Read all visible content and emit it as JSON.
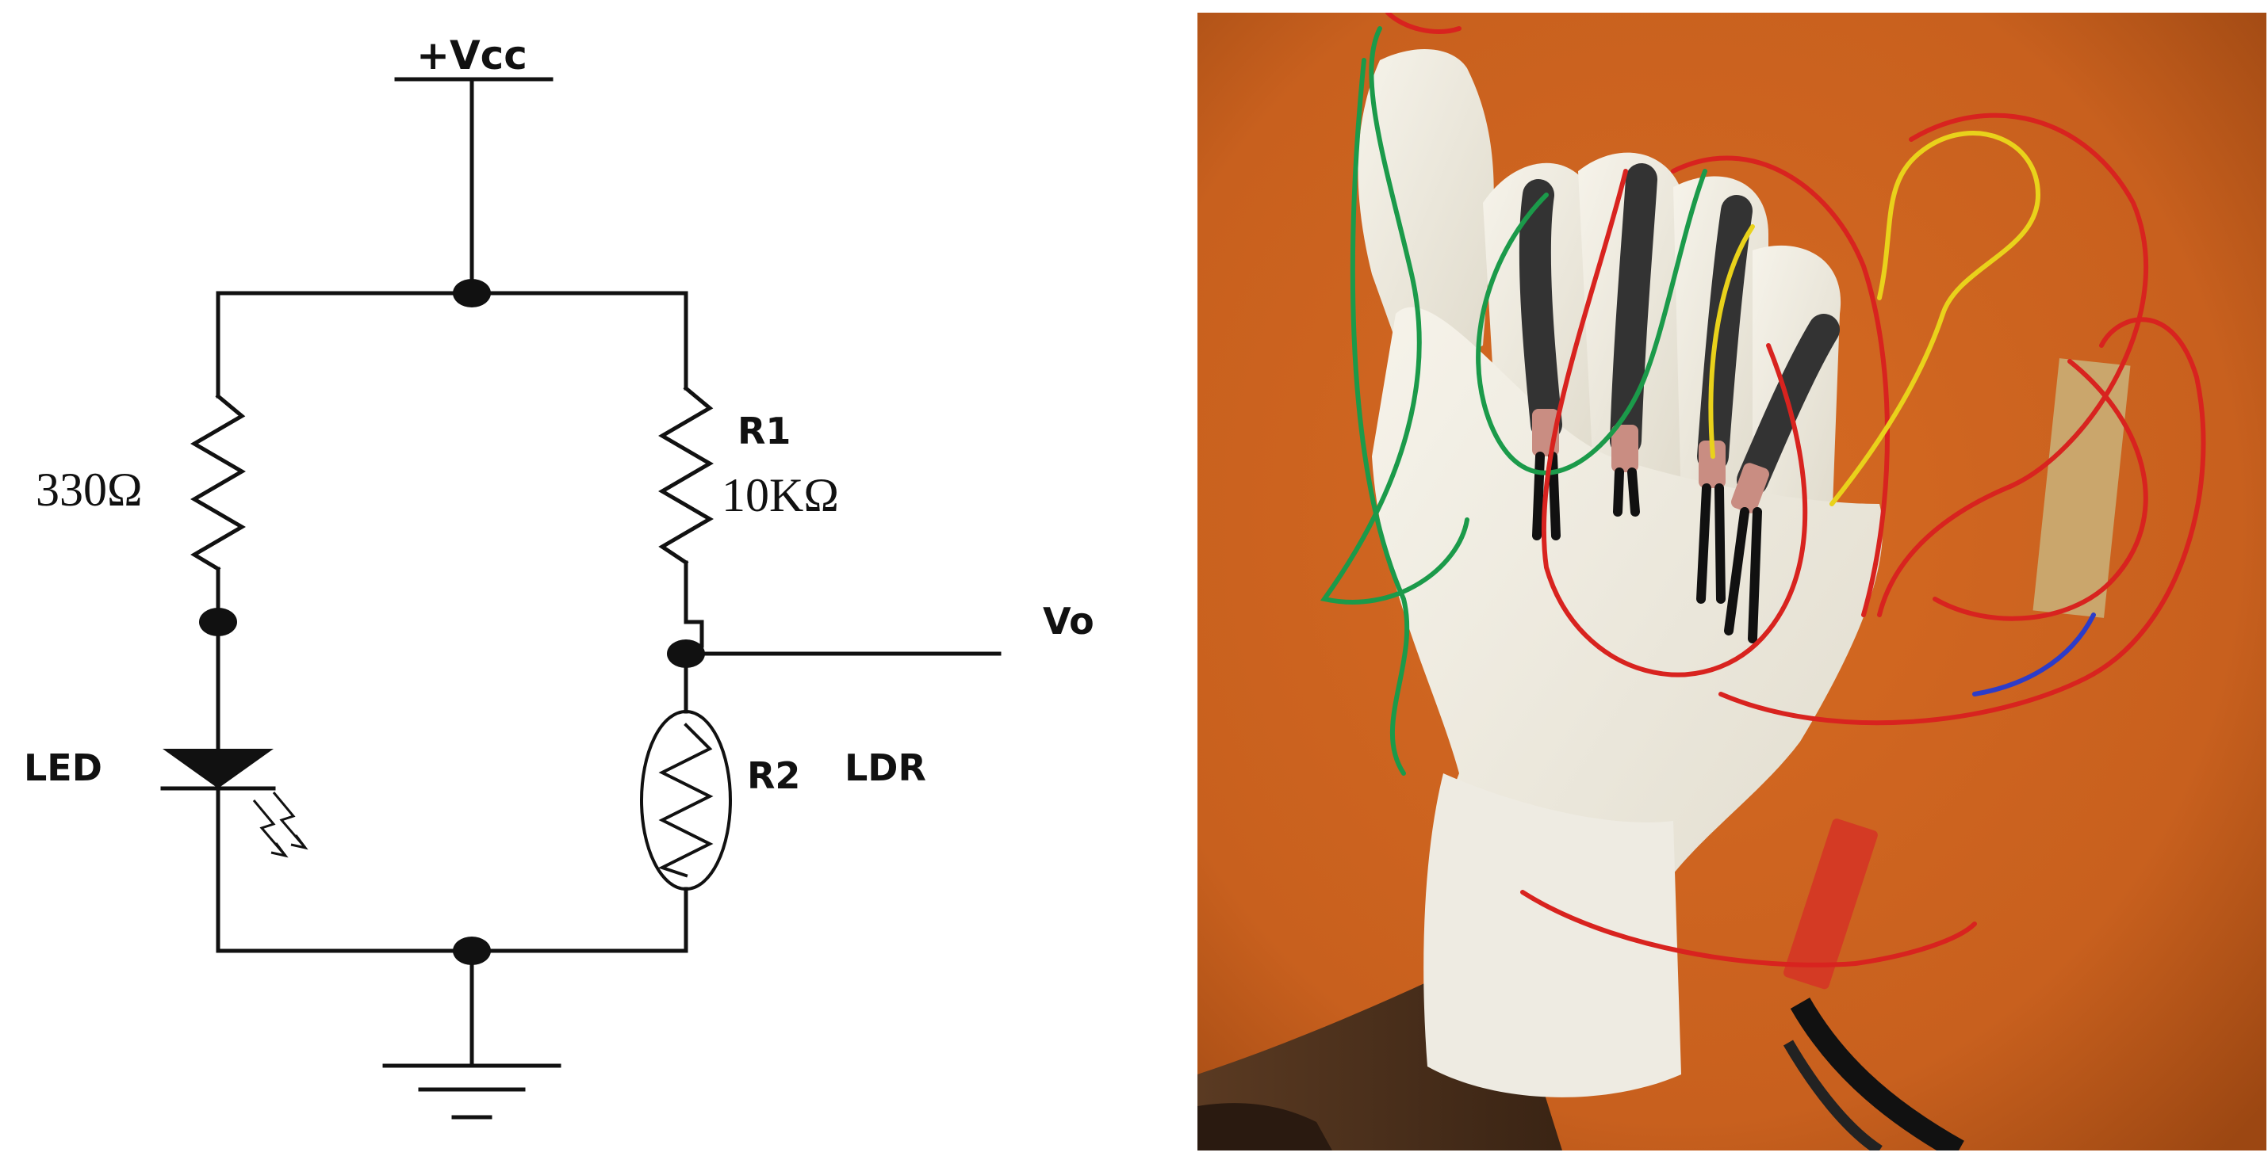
{
  "schematic": {
    "vcc_label": "+Vcc",
    "r_led_value": "330Ω",
    "r1_name": "R1",
    "r1_value": "10KΩ",
    "output_label": "Vo",
    "led_label": "LED",
    "r2_name": "R2",
    "ldr_label": "LDR"
  },
  "photo": {
    "subject": "data glove with LED/LDR flex sensors on each finger",
    "colors": {
      "background": "#c8601e",
      "glove": "#efece2",
      "sensor_tube": "#333333",
      "wire_red": "#d8231f",
      "wire_green": "#1b9a4a",
      "wire_yellow": "#e9d21b",
      "wire_blue": "#2c3cc9",
      "pcb": "#caa66c"
    }
  }
}
